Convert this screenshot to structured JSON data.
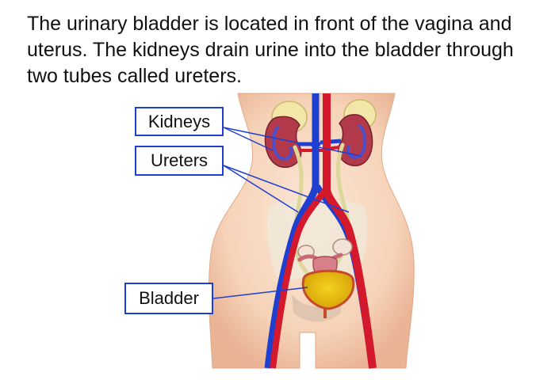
{
  "caption": "The urinary bladder is located in front of the vagina and uterus. The kidneys drain urine into the bladder through two tubes called ureters.",
  "labels": {
    "kidneys": "Kidneys",
    "ureters": "Ureters",
    "bladder": "Bladder"
  },
  "colors": {
    "skin": "#f6d6bd",
    "skin_shade": "#ecb899",
    "vein": "#1f3fd1",
    "artery": "#d3192b",
    "kidney": "#b33a4a",
    "ureter": "#dcd79a",
    "bladder": "#e7b90e",
    "label_border": "#1f3fd1"
  }
}
